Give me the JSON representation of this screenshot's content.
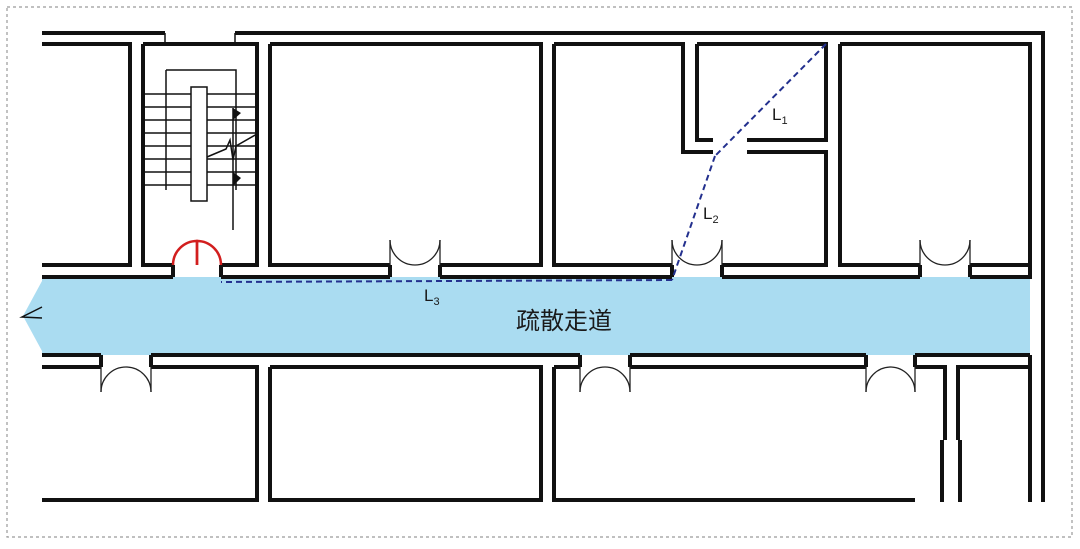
{
  "corridor": {
    "label": "疏散走道",
    "fill": "#aadcf1"
  },
  "routes": [
    {
      "id": "L1",
      "main": "L",
      "sub": "1"
    },
    {
      "id": "L2",
      "main": "L",
      "sub": "2"
    },
    {
      "id": "L3",
      "main": "L",
      "sub": "3"
    }
  ],
  "colors": {
    "wall": "#111111",
    "route": "#23308e",
    "stair_door": "#d21e1e",
    "frame": "#9a9a9a"
  }
}
